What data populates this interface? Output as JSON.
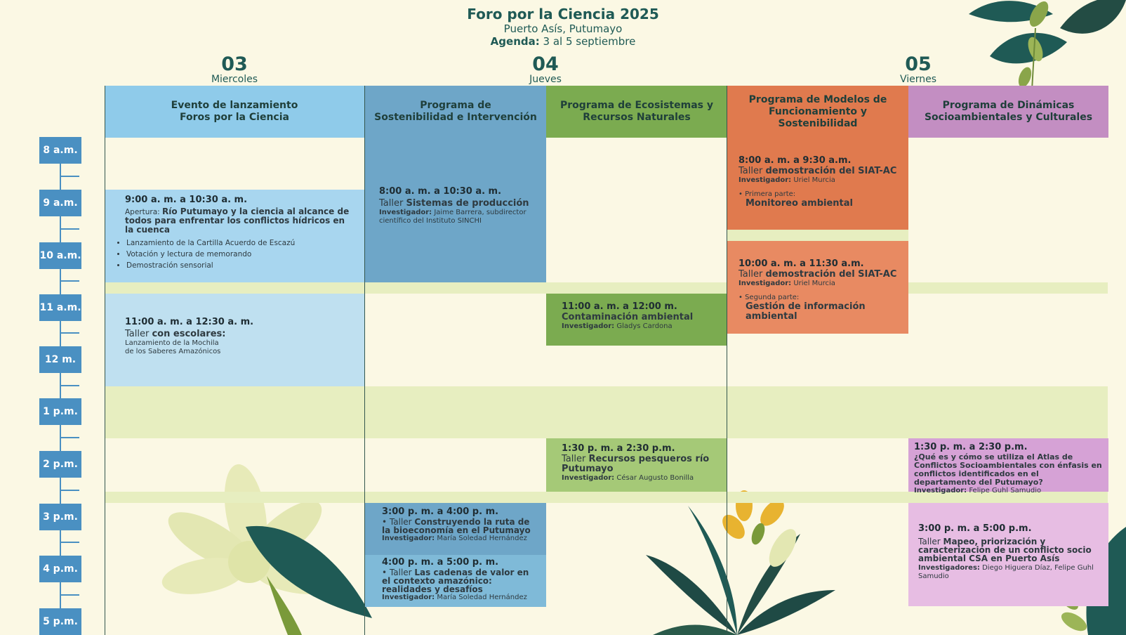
{
  "header": {
    "title": "Foro por la Ciencia 2025",
    "subtitle": "Puerto Asís, Putumayo",
    "agenda_label": "Agenda:",
    "agenda_dates": "3 al 5 septiembre"
  },
  "days": [
    {
      "num": "03",
      "name": "Miercoles"
    },
    {
      "num": "04",
      "name": "Jueves"
    },
    {
      "num": "05",
      "name": "Viernes"
    }
  ],
  "columns": [
    {
      "line1": "Evento de lanzamiento",
      "line2": "Foros por la Ciencia",
      "color": "#8fcbea"
    },
    {
      "line1": "Programa de",
      "line2": "Sostenibilidad e Intervención",
      "color": "#6ea6c8"
    },
    {
      "line1": "Programa de Ecosistemas y",
      "line2": "Recursos Naturales",
      "color": "#7bab50"
    },
    {
      "line1": "Programa de Modelos de",
      "line2": "Funcionamiento y Sostenibilidad",
      "color": "#e07a4e"
    },
    {
      "line1": "Programa de Dinámicas",
      "line2": "Socioambientales y Culturales",
      "color": "#c38ec2"
    }
  ],
  "hours": [
    "8 a.m.",
    "9 a.m.",
    "10 a.m.",
    "11 a.m.",
    "12 m.",
    "1 p.m.",
    "2 p.m.",
    "3 p.m.",
    "4 p.m.",
    "5 p.m."
  ],
  "events": {
    "e1": {
      "time": "9:00 a. m. a 10:30 a. m.",
      "prefix": "Apertura: ",
      "title": "Río Putumayo y la ciencia al alcance de todos para enfrentar los conflictos hídricos en la cuenca",
      "bullets": [
        "Lanzamiento de la Cartilla Acuerdo de Escazú",
        "Votación y lectura de memorando",
        "Demostración sensorial"
      ]
    },
    "e2": {
      "time": "11:00 a. m. a 12:30 a. m.",
      "prefix": "Taller ",
      "title": "con escolares:",
      "desc1": "Lanzamiento de la Mochila",
      "desc2": "de los Saberes Amazónicos"
    },
    "e3": {
      "time": "8:00 a. m. a 10:30 a. m.",
      "prefix": "Taller ",
      "title": "Sistemas de producción",
      "inv_label": "Investigador:",
      "inv": " Jaime Barrera, subdirector científico del Instituto SINCHI"
    },
    "e4": {
      "time": "3:00 p. m. a 4:00 p. m.",
      "prefix": "Taller ",
      "title": "Construyendo la ruta de la bioeconomía en el Putumayo",
      "inv_label": "Investigador:",
      "inv": " María Soledad Hernández"
    },
    "e5": {
      "time": "4:00 p. m. a 5:00 p. m.",
      "prefix": "Taller ",
      "title": "Las cadenas de valor en el contexto amazónico: realidades y desafíos",
      "inv_label": "Investigador:",
      "inv": " María Soledad Hernández"
    },
    "e6": {
      "time": "11:00 a. m. a 12:00 m.",
      "title": "Contaminación ambiental",
      "inv_label": "Investigador:",
      "inv": " Gladys Cardona"
    },
    "e7": {
      "time": "1:30 p. m. a 2:30 p.m.",
      "prefix": "Taller ",
      "title": "Recursos pesqueros río Putumayo",
      "inv_label": "Investigador:",
      "inv": " César Augusto Bonilla"
    },
    "e8": {
      "time": "8:00 a. m. a 9:30 a.m.",
      "prefix": "Taller ",
      "title": "demostración del SIAT-AC",
      "inv_label": "Investigador:",
      "inv": " Uriel Murcia",
      "part": "Primera parte:",
      "part_title": "Monitoreo ambiental"
    },
    "e9": {
      "time": "10:00 a. m. a 11:30 a.m.",
      "prefix": "Taller ",
      "title": "demostración del SIAT-AC",
      "inv_label": "Investigador:",
      "inv": " Uriel Murcia",
      "part": "Segunda  parte:",
      "part_title": "Gestión de información ambiental"
    },
    "e10": {
      "time": "1:30 p. m. a 2:30 p.m.",
      "title": "¿Qué es y cómo se utiliza el Atlas de Conflictos Socioambientales con énfasis en conflictos identificados en el departamento del Putumayo?",
      "inv_label": "Investigador:",
      "inv": " Felipe Guhl Samudio"
    },
    "e11": {
      "time": "3:00 p. m. a 5:00 p.m.",
      "prefix": "Taller ",
      "title": "Mapeo, priorización y caracterización de un conflicto socio ambiental CSA en Puerto Asís",
      "inv_label": "Investigadores:",
      "inv": " Diego Higuera Díaz, Felipe Guhl Samudio"
    }
  },
  "colors": {
    "background": "#fbf8e4",
    "hour_blue": "#4a90c2",
    "break_band": "#e7eec0",
    "title_teal": "#1f5a55"
  }
}
